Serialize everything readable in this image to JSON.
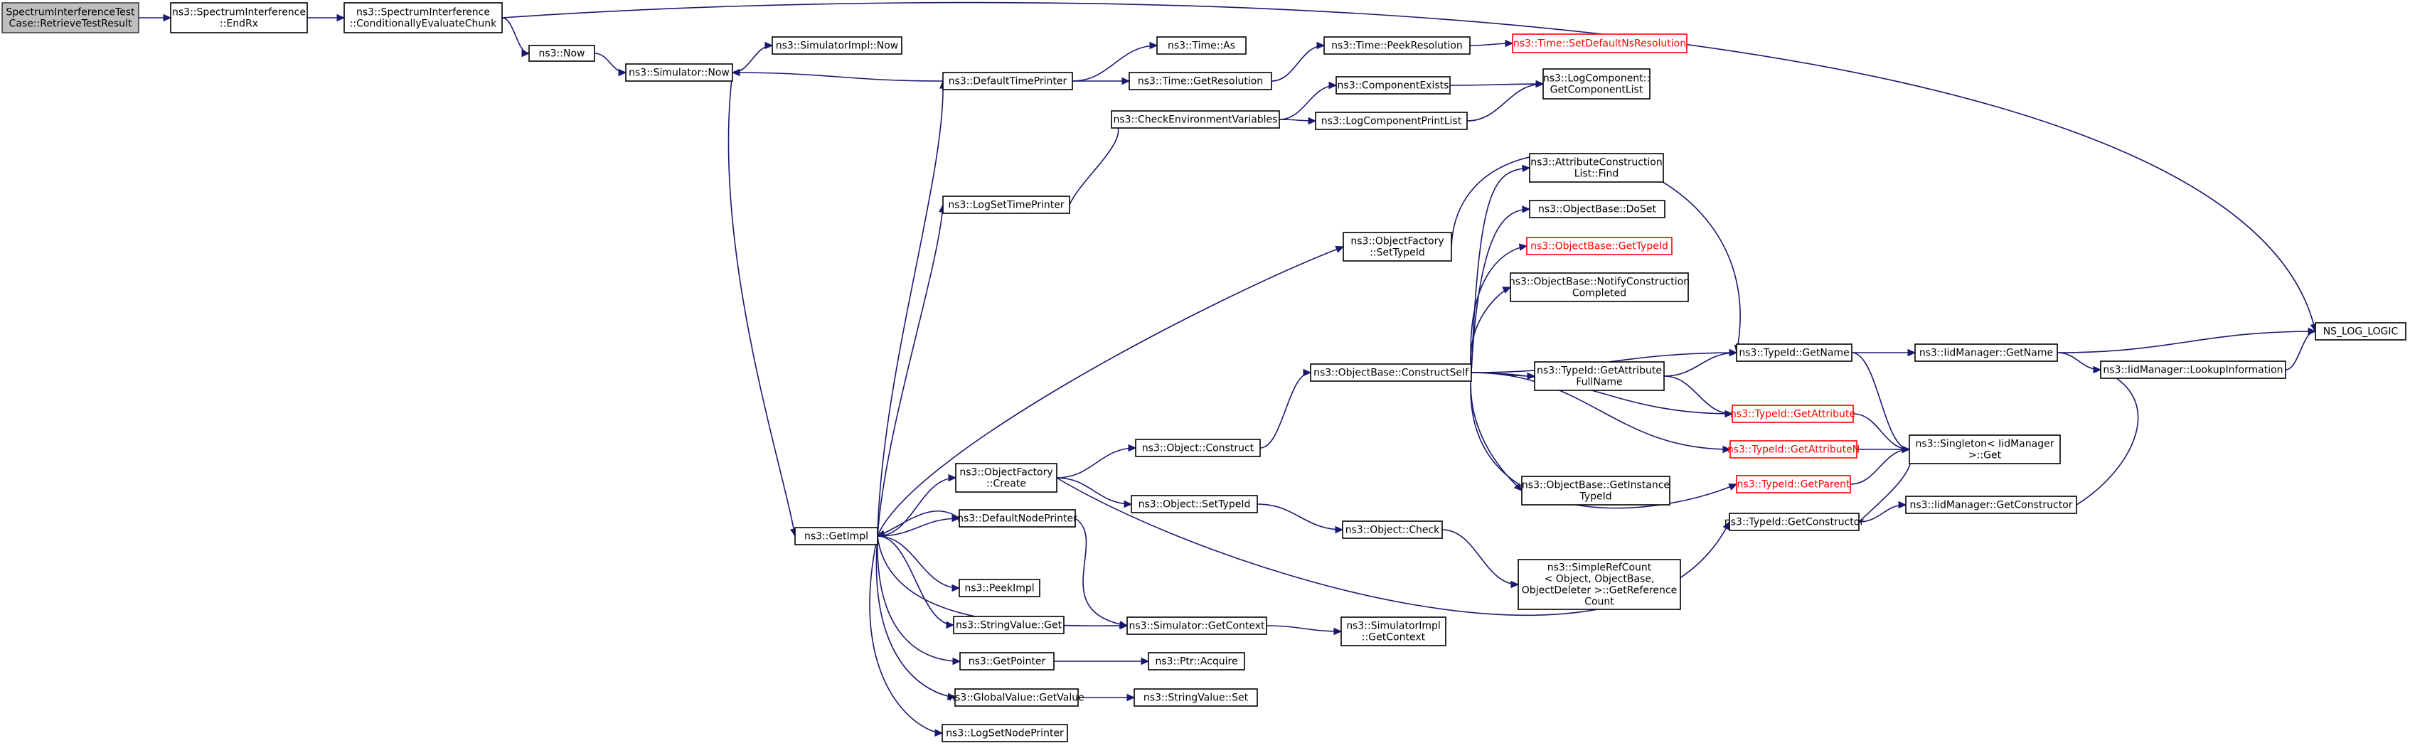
{
  "graph": {
    "nodes": [
      {
        "id": "n0",
        "lines": [
          "SpectrumInterferenceTest",
          "Case::RetrieveTestResult"
        ],
        "root": true
      },
      {
        "id": "n1",
        "lines": [
          "ns3::SpectrumInterference",
          "::EndRx"
        ]
      },
      {
        "id": "n2",
        "lines": [
          "ns3::SpectrumInterference",
          "::ConditionallyEvaluateChunk"
        ]
      },
      {
        "id": "n3",
        "lines": [
          "ns3::Now"
        ]
      },
      {
        "id": "n4",
        "lines": [
          "ns3::Simulator::Now"
        ]
      },
      {
        "id": "n5",
        "lines": [
          "ns3::SimulatorImpl::Now"
        ]
      },
      {
        "id": "n6",
        "lines": [
          "ns3::GetImpl"
        ]
      },
      {
        "id": "n7",
        "lines": [
          "ns3::DefaultTimePrinter"
        ]
      },
      {
        "id": "n8",
        "lines": [
          "ns3::Time::As"
        ]
      },
      {
        "id": "n9",
        "lines": [
          "ns3::Time::GetResolution"
        ]
      },
      {
        "id": "n10",
        "lines": [
          "ns3::Time::PeekResolution"
        ]
      },
      {
        "id": "n11",
        "lines": [
          "ns3::Time::SetDefaultNsResolution"
        ],
        "red": true
      },
      {
        "id": "n12",
        "lines": [
          "ns3::ComponentExists"
        ]
      },
      {
        "id": "n13",
        "lines": [
          "ns3::LogComponent::",
          "GetComponentList"
        ]
      },
      {
        "id": "n14",
        "lines": [
          "ns3::CheckEnvironmentVariables"
        ]
      },
      {
        "id": "n15",
        "lines": [
          "ns3::LogComponentPrintList"
        ]
      },
      {
        "id": "n16",
        "lines": [
          "ns3::LogSetTimePrinter"
        ]
      },
      {
        "id": "n17",
        "lines": [
          "ns3::AttributeConstruction",
          "List::Find"
        ]
      },
      {
        "id": "n18",
        "lines": [
          "ns3::ObjectBase::DoSet"
        ]
      },
      {
        "id": "n19",
        "lines": [
          "ns3::ObjectBase::GetTypeId"
        ],
        "red": true
      },
      {
        "id": "n20",
        "lines": [
          "ns3::ObjectBase::NotifyConstruction",
          "Completed"
        ]
      },
      {
        "id": "n21",
        "lines": [
          "ns3::ObjectFactory",
          "::SetTypeId"
        ]
      },
      {
        "id": "n22",
        "lines": [
          "ns3::TypeId::GetName"
        ]
      },
      {
        "id": "n23",
        "lines": [
          "ns3::IidManager::GetName"
        ]
      },
      {
        "id": "n24",
        "lines": [
          "NS_LOG_LOGIC"
        ]
      },
      {
        "id": "n25",
        "lines": [
          "ns3::IidManager::LookupInformation"
        ]
      },
      {
        "id": "n26",
        "lines": [
          "ns3::ObjectBase::ConstructSelf"
        ]
      },
      {
        "id": "n27",
        "lines": [
          "ns3::TypeId::GetAttribute",
          "FullName"
        ]
      },
      {
        "id": "n28",
        "lines": [
          "ns3::TypeId::GetAttribute"
        ],
        "red": true
      },
      {
        "id": "n29",
        "lines": [
          "ns3::TypeId::GetAttributeN"
        ],
        "red": true
      },
      {
        "id": "n30",
        "lines": [
          "ns3::Singleton< IidManager",
          ">::Get"
        ]
      },
      {
        "id": "n31",
        "lines": [
          "ns3::Object::Construct"
        ]
      },
      {
        "id": "n32",
        "lines": [
          "ns3::ObjectFactory",
          "::Create"
        ]
      },
      {
        "id": "n33",
        "lines": [
          "ns3::Object::SetTypeId"
        ]
      },
      {
        "id": "n34",
        "lines": [
          "ns3::ObjectBase::GetInstance",
          "TypeId"
        ]
      },
      {
        "id": "n35",
        "lines": [
          "ns3::TypeId::GetParent"
        ],
        "red": true
      },
      {
        "id": "n36",
        "lines": [
          "ns3::TypeId::GetConstructor"
        ]
      },
      {
        "id": "n37",
        "lines": [
          "ns3::IidManager::GetConstructor"
        ]
      },
      {
        "id": "n38",
        "lines": [
          "ns3::DefaultNodePrinter"
        ]
      },
      {
        "id": "n39",
        "lines": [
          "ns3::Object::Check"
        ]
      },
      {
        "id": "n40",
        "lines": [
          "ns3::SimpleRefCount",
          "< Object, ObjectBase,",
          "ObjectDeleter >::GetReference",
          "Count"
        ]
      },
      {
        "id": "n41",
        "lines": [
          "ns3::PeekImpl"
        ]
      },
      {
        "id": "n42",
        "lines": [
          "ns3::StringValue::Get"
        ]
      },
      {
        "id": "n43",
        "lines": [
          "ns3::Simulator::GetContext"
        ]
      },
      {
        "id": "n44",
        "lines": [
          "ns3::SimulatorImpl",
          "::GetContext"
        ]
      },
      {
        "id": "n45",
        "lines": [
          "ns3::GetPointer"
        ]
      },
      {
        "id": "n46",
        "lines": [
          "ns3::Ptr::Acquire"
        ]
      },
      {
        "id": "n47",
        "lines": [
          "ns3::GlobalValue::GetValue"
        ]
      },
      {
        "id": "n48",
        "lines": [
          "ns3::StringValue::Set"
        ]
      },
      {
        "id": "n49",
        "lines": [
          "ns3::LogSetNodePrinter"
        ]
      }
    ],
    "edges": [
      [
        "n0",
        "n1"
      ],
      [
        "n1",
        "n2"
      ],
      [
        "n2",
        "n3"
      ],
      [
        "n2",
        "n24"
      ],
      [
        "n3",
        "n4"
      ],
      [
        "n4",
        "n5"
      ],
      [
        "n4",
        "n6"
      ],
      [
        "n7",
        "n4"
      ],
      [
        "n7",
        "n8"
      ],
      [
        "n7",
        "n9"
      ],
      [
        "n9",
        "n10"
      ],
      [
        "n10",
        "n11"
      ],
      [
        "n14",
        "n12"
      ],
      [
        "n14",
        "n15"
      ],
      [
        "n12",
        "n13"
      ],
      [
        "n15",
        "n13"
      ],
      [
        "n6",
        "n7"
      ],
      [
        "n6",
        "n16"
      ],
      [
        "n16",
        "n14"
      ],
      [
        "n6",
        "n21"
      ],
      [
        "n6",
        "n32"
      ],
      [
        "n6",
        "n38"
      ],
      [
        "n38",
        "n6"
      ],
      [
        "n6",
        "n41"
      ],
      [
        "n6",
        "n42"
      ],
      [
        "n6",
        "n43"
      ],
      [
        "n6",
        "n45"
      ],
      [
        "n6",
        "n47"
      ],
      [
        "n6",
        "n49"
      ],
      [
        "n21",
        "n22"
      ],
      [
        "n32",
        "n31"
      ],
      [
        "n32",
        "n33"
      ],
      [
        "n32",
        "n36"
      ],
      [
        "n31",
        "n26"
      ],
      [
        "n33",
        "n39"
      ],
      [
        "n39",
        "n40"
      ],
      [
        "n38",
        "n43"
      ],
      [
        "n43",
        "n44"
      ],
      [
        "n45",
        "n46"
      ],
      [
        "n47",
        "n48"
      ],
      [
        "n26",
        "n17"
      ],
      [
        "n26",
        "n18"
      ],
      [
        "n26",
        "n19"
      ],
      [
        "n26",
        "n20"
      ],
      [
        "n26",
        "n22"
      ],
      [
        "n26",
        "n27"
      ],
      [
        "n26",
        "n28"
      ],
      [
        "n26",
        "n29"
      ],
      [
        "n26",
        "n34"
      ],
      [
        "n26",
        "n35"
      ],
      [
        "n27",
        "n22"
      ],
      [
        "n27",
        "n28"
      ],
      [
        "n22",
        "n23"
      ],
      [
        "n22",
        "n30"
      ],
      [
        "n23",
        "n24"
      ],
      [
        "n23",
        "n25"
      ],
      [
        "n25",
        "n24"
      ],
      [
        "n28",
        "n30"
      ],
      [
        "n29",
        "n30"
      ],
      [
        "n35",
        "n30"
      ],
      [
        "n36",
        "n30"
      ],
      [
        "n36",
        "n37"
      ],
      [
        "n37",
        "n25"
      ]
    ]
  }
}
